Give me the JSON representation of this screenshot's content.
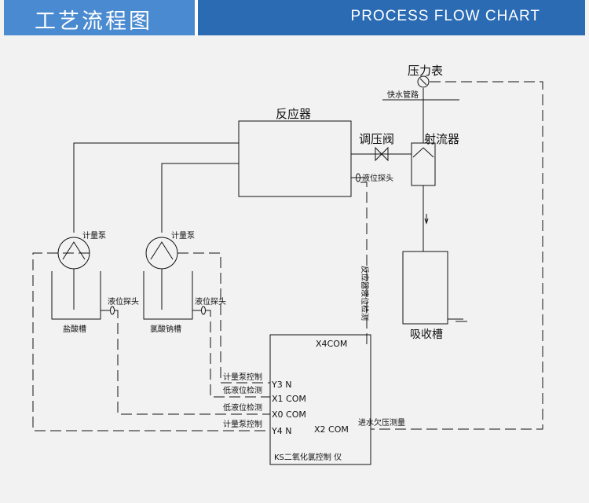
{
  "header": {
    "title_cn": "工艺流程图",
    "title_en": "PROCESS  FLOW  CHART"
  },
  "diagram": {
    "pressure_gauge": "压力表",
    "water_pipe": "快水管路",
    "reactor": "反应器",
    "valve": "调压阀",
    "ejector": "射流器",
    "level_probe_reactor": "液位探头",
    "pump1": "计量泵",
    "pump2": "计量泵",
    "probe1": "液位探头",
    "probe2": "液位探头",
    "tank1": "盐酸槽",
    "tank2": "氯酸钠槽",
    "absorber": "吸收槽",
    "vertical_label": "反应器液位检测",
    "controller": {
      "x4": "X4COM",
      "y3": "Y3  N",
      "x1": "X1  COM",
      "x0": "X0  COM",
      "y4": "Y4  N",
      "x2": "X2  COM",
      "name": "KS二氧化氯控制 仪"
    },
    "sig_pump_ctrl": "计量泵控制",
    "sig_low_level": "低液位检测",
    "sig_low_level2": "低液位检测",
    "sig_pump_ctrl2": "计量泵控制",
    "sig_water": "进水欠压测量"
  }
}
